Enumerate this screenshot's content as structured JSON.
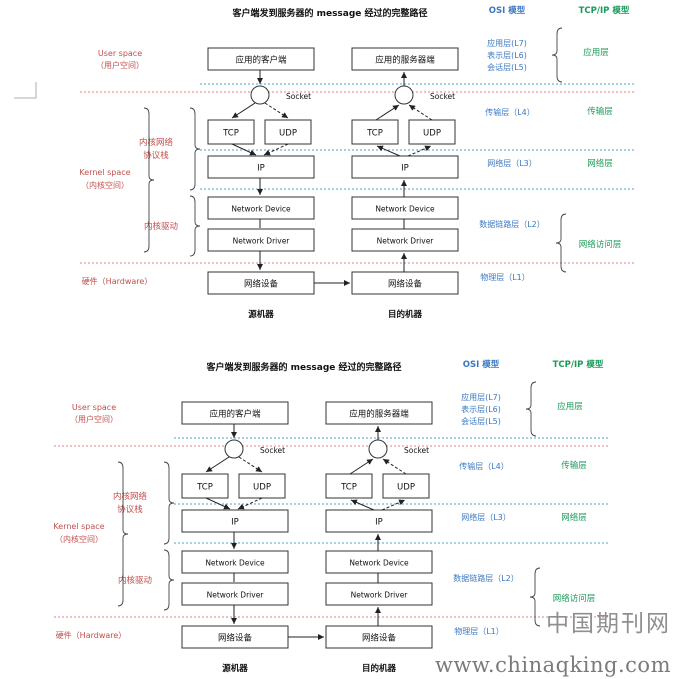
{
  "title": "客户端发到服务器的  message  经过的完整路径",
  "osi_header": "OSI 模型",
  "tcpip_header": "TCP/IP 模型",
  "user_space": "User space",
  "user_space_cn": "（用户空间）",
  "kernel_space": "Kernel space",
  "kernel_space_cn": "（内核空间）",
  "kernel_stack": [
    "内核网络",
    "协议栈"
  ],
  "kernel_driver": "内核驱动",
  "hardware": "硬件（Hardware）",
  "client_app": "应用的客户端",
  "server_app": "应用的服务器端",
  "socket": "Socket",
  "tcp": "TCP",
  "udp": "UDP",
  "ip": "IP",
  "network_device": "Network Device",
  "network_driver": "Network Driver",
  "net_device_hw": "网络设备",
  "source_label": "源机器",
  "dest_label": "目的机器",
  "osi_app_layers": [
    "应用层(L7)",
    "表示层(L6)",
    "会话层(L5)"
  ],
  "osi_transport": "传输层（L4）",
  "osi_network": "网络层（L3）",
  "osi_datalink": "数据链路层（L2）",
  "osi_physical": "物理层（L1）",
  "tcpip_app": "应用层",
  "tcpip_transport": "传输层",
  "tcpip_network": "网络层",
  "tcpip_access": "网络访问层",
  "watermark_cn": "中国期刊网",
  "watermark_url": "www.chinaqking.com",
  "colors": {
    "red": "#c0504d",
    "blue": "#3b78c2",
    "green": "#1a9a5a",
    "dots": "#4aa3c8",
    "reddots": "#e08080"
  }
}
